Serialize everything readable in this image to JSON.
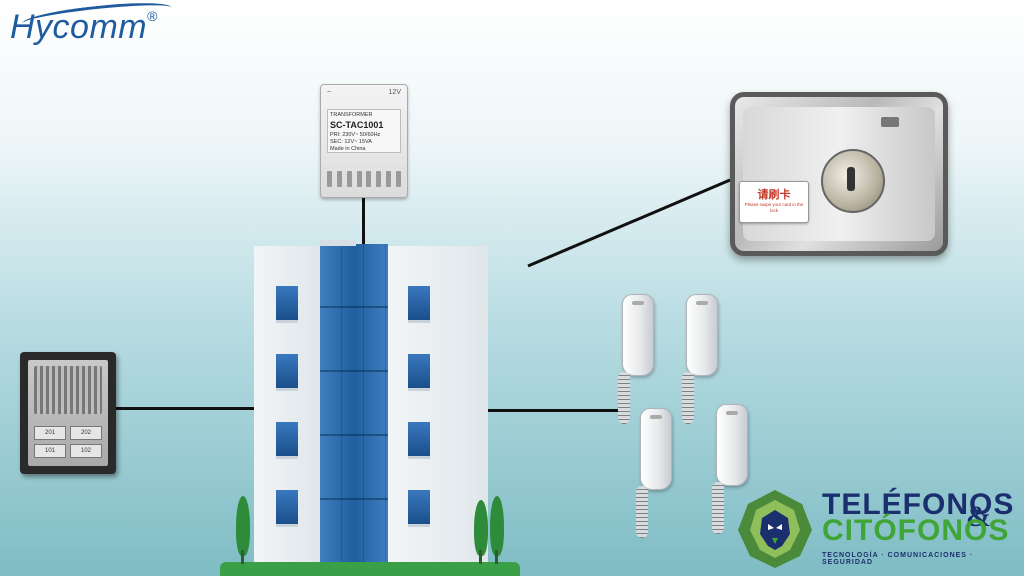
{
  "logo": {
    "text": "Hycomm",
    "mark": "®"
  },
  "transformer": {
    "top_left": "~",
    "top_right": "12V",
    "heading": "TRANSFORMER",
    "model": "SC-TAC1001",
    "line1": "PRI: 230V~ 50/60Hz",
    "line2": "SEC: 12V~ 15VA",
    "origin": "Made in China"
  },
  "lock": {
    "card_cn": "请刷卡",
    "card_en": "Please swipe your card in the lock"
  },
  "panel": {
    "buttons": [
      "201",
      "202",
      "101",
      "102"
    ]
  },
  "brand": {
    "line1": "TELÉFONOS",
    "amp": "&",
    "line2": "CITÓFONOS",
    "tagline": "TECNOLOGÍA · COMUNICACIONES · SEGURIDAD"
  },
  "colors": {
    "building_glass": "#1f5f9e",
    "brand_blue": "#1b2f6e",
    "brand_green": "#3fa536"
  },
  "icons": [
    "lion-logo-icon",
    "handset-icon",
    "tree-icon"
  ]
}
